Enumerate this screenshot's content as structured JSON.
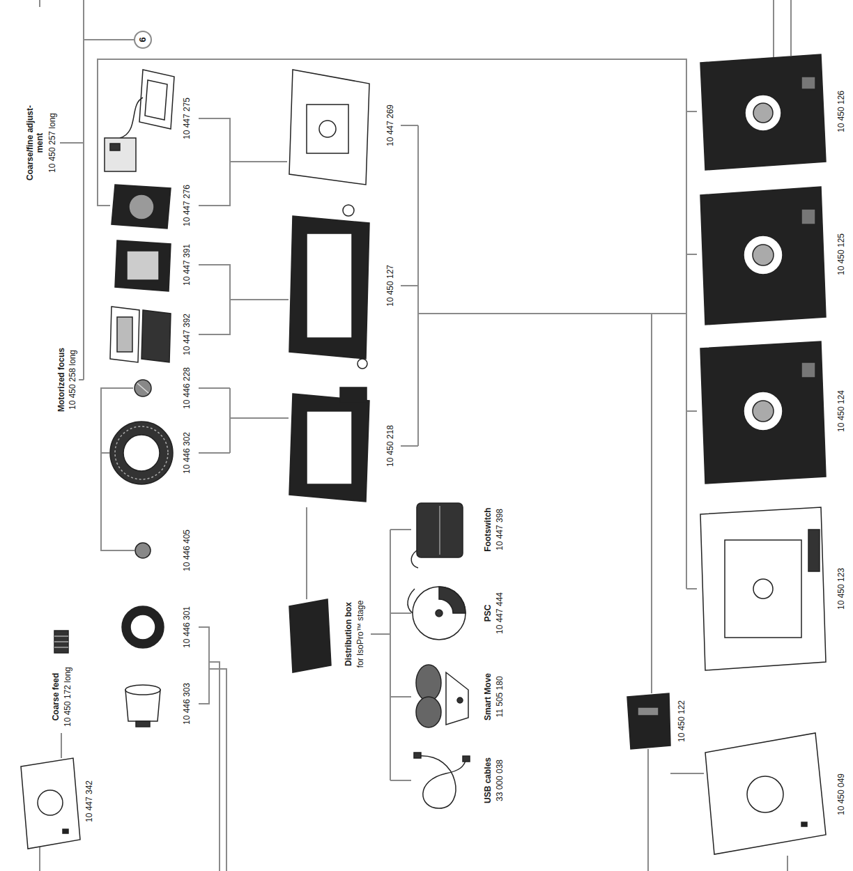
{
  "diagram": {
    "labels": [
      "Coarse/fine adjust- ment",
      "10 450 257 long",
      "6",
      "Motorized focus",
      "10 450 258 long",
      "Coarse feed",
      "10 450 172 long",
      "10 447 342",
      "10 447 275",
      "10 447 276",
      "10 447 391",
      "10 447 392",
      "10 446 228",
      "10 446 302",
      "10 446 405",
      "10 446 301",
      "10 446 303",
      "10 447 269",
      "10 450 127",
      "10 450 218",
      "Distribution box",
      "for IsoPro™ stage",
      "Footswitch",
      "10 447 398",
      "PSC",
      "10 447 444",
      "Smart Move",
      "11 505 180",
      "USB cables",
      "33 000 038",
      "10 450 126",
      "10 450 125",
      "10 450 124",
      "10 450 123",
      "10 450 122",
      "10 450 049"
    ]
  }
}
